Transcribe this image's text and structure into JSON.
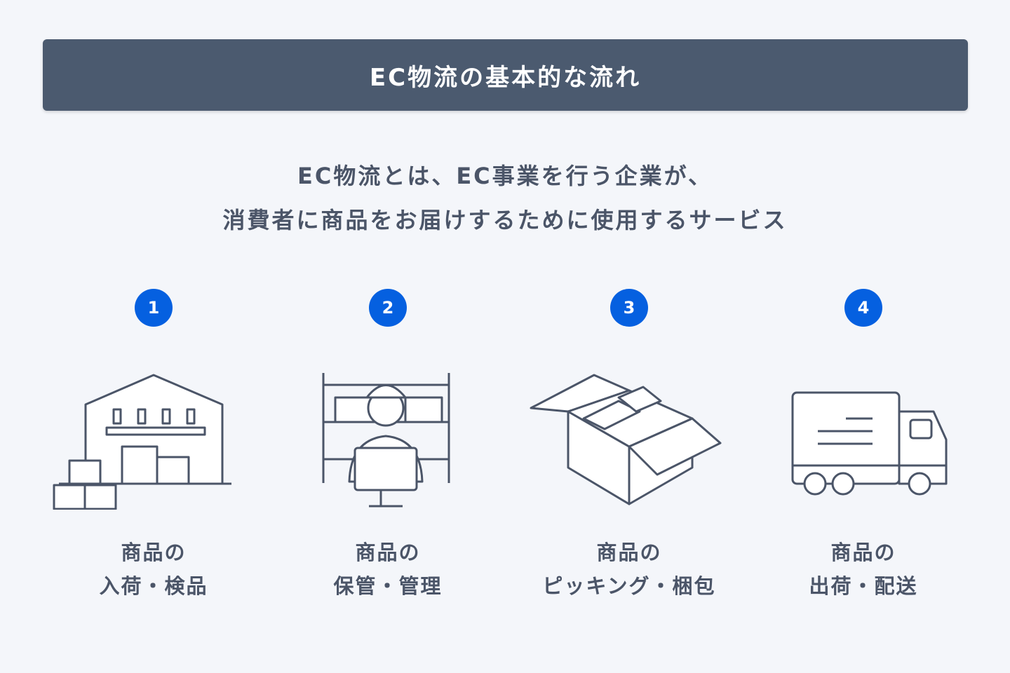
{
  "header": {
    "title": "EC物流の基本的な流れ"
  },
  "intro": {
    "line1": "EC物流とは、EC事業を行う企業が、",
    "line2": "消費者に商品をお届けするために使用するサービス"
  },
  "steps": [
    {
      "number": "1",
      "line1": "商品の",
      "line2": "入荷・検品",
      "icon": "warehouse-icon"
    },
    {
      "number": "2",
      "line1": "商品の",
      "line2": "保管・管理",
      "icon": "worker-shelf-icon"
    },
    {
      "number": "3",
      "line1": "商品の",
      "line2": "ピッキング・梱包",
      "icon": "open-box-icon"
    },
    {
      "number": "4",
      "line1": "商品の",
      "line2": "出荷・配送",
      "icon": "truck-icon"
    }
  ],
  "colors": {
    "header": "#4b5a6f",
    "badge": "#0560e0",
    "background": "#f4f6fa"
  }
}
